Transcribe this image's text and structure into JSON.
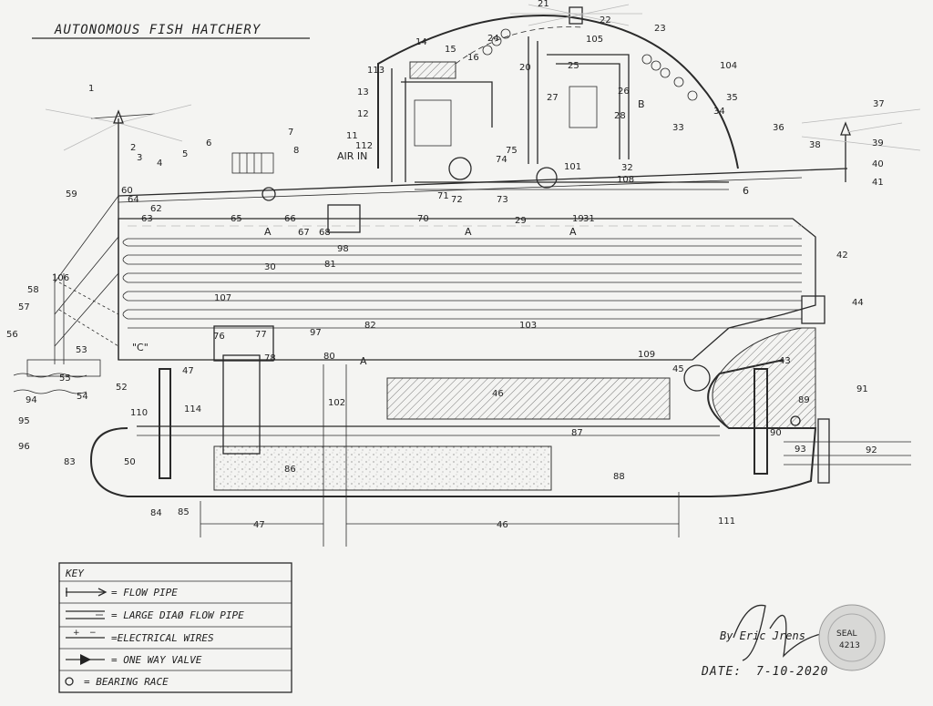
{
  "title": "AUTONOMOUS FISH HATCHERY",
  "inline_labels": {
    "air_in": "AIR IN",
    "zone_a": "A",
    "zone_b": "B",
    "zone_c": "\"C\"",
    "zone_6": "6"
  },
  "part_numbers": [
    "1",
    "2",
    "3",
    "4",
    "5",
    "6",
    "7",
    "8",
    "11",
    "12",
    "13",
    "14",
    "15",
    "16",
    "19",
    "20",
    "21",
    "22",
    "23",
    "24",
    "25",
    "26",
    "27",
    "28",
    "29",
    "30",
    "31",
    "32",
    "33",
    "34",
    "35",
    "36",
    "37",
    "38",
    "39",
    "40",
    "41",
    "42",
    "43",
    "44",
    "45",
    "46",
    "47",
    "50",
    "52",
    "53",
    "54",
    "55",
    "56",
    "57",
    "58",
    "59",
    "60",
    "62",
    "63",
    "64",
    "65",
    "66",
    "67",
    "68",
    "70",
    "71",
    "72",
    "73",
    "74",
    "75",
    "76",
    "77",
    "78",
    "80",
    "81",
    "82",
    "83",
    "84",
    "85",
    "86",
    "87",
    "88",
    "89",
    "90",
    "91",
    "92",
    "93",
    "94",
    "95",
    "96",
    "97",
    "98",
    "101",
    "102",
    "103",
    "104",
    "105",
    "106",
    "107",
    "108",
    "109",
    "110",
    "111",
    "112",
    "113",
    "114"
  ],
  "dimensions": {
    "left": "47",
    "right": "46"
  },
  "key": {
    "heading": "KEY",
    "items": [
      {
        "symbol": "flow-pipe-icon",
        "text": "= FLOW PIPE"
      },
      {
        "symbol": "large-pipe-icon",
        "text": "= LARGE DIAØ FLOW PIPE"
      },
      {
        "symbol": "electrical-wire-icon",
        "text": "=ELECTRICAL WIRES"
      },
      {
        "symbol": "one-way-valve-icon",
        "text": "= ONE WAY VALVE"
      },
      {
        "symbol": "bearing-race-icon",
        "text": "= BEARING RACE"
      }
    ]
  },
  "signature": {
    "text": "By Eric Jrens"
  },
  "date": {
    "label": "DATE:",
    "value": "7-10-2020"
  },
  "seal": {
    "lines": [
      "SEAL",
      "4213"
    ]
  }
}
